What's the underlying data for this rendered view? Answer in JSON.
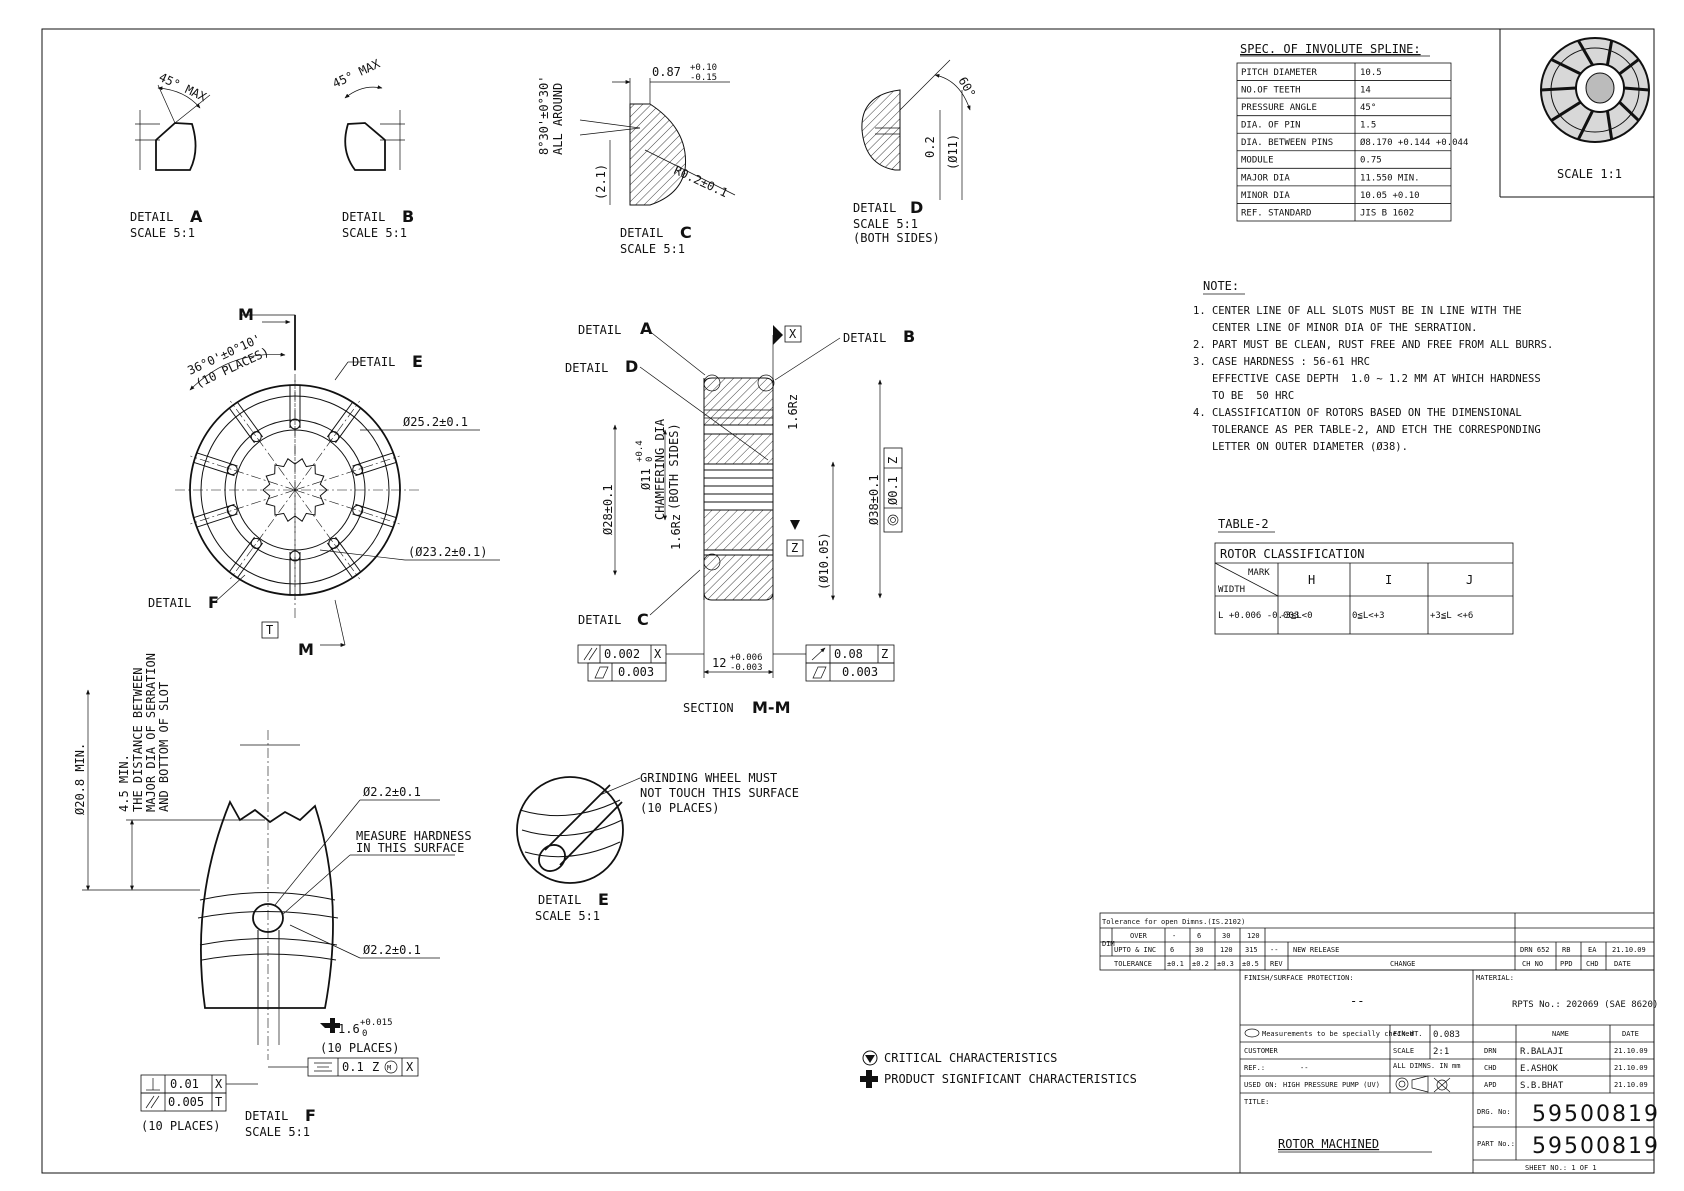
{
  "details": {
    "a": {
      "label": "DETAIL",
      "letter": "A",
      "scale": "SCALE  5:1",
      "angle": "45° MAX"
    },
    "b": {
      "label": "DETAIL",
      "letter": "B",
      "scale": "SCALE  5:1",
      "angle": "45° MAX"
    },
    "c": {
      "label": "DETAIL",
      "letter": "C",
      "scale": "SCALE  5:1",
      "dim_top": "0.87",
      "tol_top": "+0.10",
      "tol_bot": "-0.15",
      "angle1": "8°30'±0°30'",
      "angle2": "ALL AROUND",
      "radius": "R0.2±0.1",
      "dim_side": "(2.1)"
    },
    "d": {
      "label": "DETAIL",
      "letter": "D",
      "scale": "SCALE 5:1",
      "sides": "(BOTH SIDES)",
      "angle": "60°",
      "dim1": "0.2",
      "dim2": "(Ø11)"
    },
    "e": {
      "label": "DETAIL",
      "letter": "E",
      "scale": "SCALE  5:1",
      "note1": "GRINDING WHEEL MUST",
      "note2": "NOT TOUCH THIS SURFACE",
      "note3": "(10 PLACES)"
    },
    "f": {
      "label": "DETAIL",
      "letter": "F",
      "scale": "SCALE  5:1",
      "hole1": "Ø2.2±0.1",
      "hole2": "Ø2.2±0.1",
      "note1": "MEASURE HARDNESS",
      "note2": "IN THIS SURFACE",
      "dim_v1": "Ø20.8 MIN.",
      "dim_v2": "4.5 MIN.",
      "dim_v3": "THE DISTANCE BETWEEN",
      "dim_v4": "MAJOR DIA OF SERRATION",
      "dim_v5": "AND BOTTOM OF SLOT",
      "pos_dim": "1.6",
      "pos_tol_top": "+0.015",
      "pos_tol_bot": "0",
      "places": "(10 PLACES)",
      "places2": "(10 PLACES)",
      "fcf_sym": "0.1",
      "fcf_ref": "Z",
      "fcf_ref2": "X",
      "perp_val": "0.01",
      "perp_ref": "X",
      "par_val": "0.005",
      "par_ref": "T"
    }
  },
  "front_view": {
    "angle": "36°0'±0°10'",
    "places": "(10 PLACES)",
    "detail_e": "DETAIL",
    "detail_e_letter": "E",
    "detail_f": "DETAIL",
    "detail_f_letter": "F",
    "dia_outer": "Ø25.2±0.1",
    "dia_inner": "(Ø23.2±0.1)",
    "datum": "T",
    "section": "M"
  },
  "section_view": {
    "detail_a": "DETAIL",
    "detail_a_letter": "A",
    "detail_b": "DETAIL",
    "detail_b_letter": "B",
    "detail_c": "DETAIL",
    "detail_c_letter": "C",
    "detail_d": "DETAIL",
    "detail_d_letter": "D",
    "datum_x": "X",
    "datum_z": "Z",
    "rough1": "1.6Rz",
    "rough2": "1.6Rz",
    "dia28": "Ø28±0.1",
    "dia11": "Ø11",
    "dia11_tol_top": "+0.4",
    "dia11_tol_bot": "0",
    "chamf1": "CHAMFERING DIA",
    "chamf2": "(BOTH SIDES)",
    "dia1005": "(Ø10.05)",
    "dia38": "Ø38±0.1",
    "conc": "Ø0.1",
    "conc_ref": "Z",
    "width": "12",
    "width_tol_top": "+0.006",
    "width_tol_bot": "-0.003",
    "left_par": "0.002",
    "left_par_ref": "X",
    "left_flat": "0.003",
    "right_run": "0.08",
    "right_run_ref": "Z",
    "right_flat": "0.003",
    "title": "SECTION",
    "title_letters": "M-M"
  },
  "spline": {
    "title": "SPEC. OF INVOLUTE SPLINE:",
    "rows": [
      [
        "PITCH DIAMETER",
        "10.5"
      ],
      [
        "NO.OF TEETH",
        "14"
      ],
      [
        "PRESSURE ANGLE",
        "45°"
      ],
      [
        "DIA. OF PIN",
        "1.5"
      ],
      [
        "DIA. BETWEEN PINS",
        "Ø8.170 +0.144 +0.044"
      ],
      [
        "MODULE",
        "0.75"
      ],
      [
        "MAJOR DIA",
        "11.550 MIN."
      ],
      [
        "MINOR DIA",
        "10.05 +0.10"
      ],
      [
        "REF. STANDARD",
        "JIS B 1602"
      ]
    ]
  },
  "iso_view": {
    "scale": "SCALE  1:1"
  },
  "notes": {
    "title": "NOTE:",
    "lines": [
      "1. CENTER LINE OF ALL SLOTS MUST BE IN LINE WITH THE",
      "   CENTER LINE OF MINOR DIA OF THE SERRATION.",
      "2. PART MUST BE CLEAN, RUST FREE AND FREE FROM ALL BURRS.",
      "3. CASE HARDNESS : 56-61 HRC",
      "   EFFECTIVE CASE DEPTH  1.0 ~ 1.2 MM AT WHICH HARDNESS",
      "   TO BE  50 HRC",
      "4. CLASSIFICATION OF ROTORS BASED ON THE DIMENSIONAL",
      "   TOLERANCE AS PER TABLE-2, AND ETCH THE CORRESPONDING",
      "   LETTER ON OUTER DIAMETER (Ø38)."
    ]
  },
  "table2": {
    "title": "TABLE-2",
    "header": "ROTOR CLASSIFICATION",
    "mark": "MARK",
    "width": "WIDTH",
    "cols": [
      "H",
      "I",
      "J"
    ],
    "row_label": "L +0.006 -0.003",
    "cells": [
      "-3≦L<0",
      "0≦L<+3",
      "+3≦L <+6"
    ]
  },
  "legend": {
    "critical": "CRITICAL CHARACTERISTICS",
    "product": "PRODUCT SIGNIFICANT CHARACTERISTICS"
  },
  "title_block": {
    "tol_title": "Tolerance for open Dimns.(IS.2102)",
    "dim": "DIM",
    "over": "OVER",
    "upto": "UPTO & INC",
    "tolerance": "TOLERANCE",
    "over_vals": [
      "-",
      "6",
      "30",
      "120"
    ],
    "upto_vals": [
      "6",
      "30",
      "120",
      "315",
      "--"
    ],
    "tol_vals": [
      "±0.1",
      "±0.2",
      "±0.3",
      "±0.5"
    ],
    "rev": "REV",
    "change": "CHANGE",
    "new_release": "NEW RELEASE",
    "drn_652": "DRN 652",
    "rb": "RB",
    "ea": "EA",
    "rev_date": "21.10.09",
    "ch_no": "CH NO",
    "ppd": "PPD",
    "chd": "CHD",
    "date": "DATE",
    "finish_label": "FINISH/SURFACE PROTECTION:",
    "finish_val": "--",
    "material_label": "MATERIAL:",
    "material_val": "RPTS No.: 202069 (SAE 8620)",
    "measure_note": "Measurements to be specially checked",
    "fin_wt": "FIN.WT.",
    "fin_wt_val": "0.083",
    "name": "NAME",
    "date2": "DATE",
    "customer": "CUSTOMER",
    "scale": "SCALE",
    "scale_val": "2:1",
    "drn": "DRN",
    "drn_name": "R.BALAJI",
    "drn_date": "21.10.09",
    "ref": "REF.:",
    "ref_val": "--",
    "all_dimns": "ALL DIMNS. IN mm",
    "chd2": "CHD",
    "chd_name": "E.ASHOK",
    "chd_date": "21.10.09",
    "used_on": "USED ON:",
    "used_val": "HIGH PRESSURE PUMP (UV)",
    "apd": "APD",
    "apd_name": "S.B.BHAT",
    "apd_date": "21.10.09",
    "title_label": "TITLE:",
    "title_val": "ROTOR MACHINED",
    "drg_no": "DRG. No:",
    "drg_val": "59500819",
    "part_no": "PART No.:",
    "part_val": "59500819",
    "sheet": "SHEET NO.: 1 OF 1"
  }
}
